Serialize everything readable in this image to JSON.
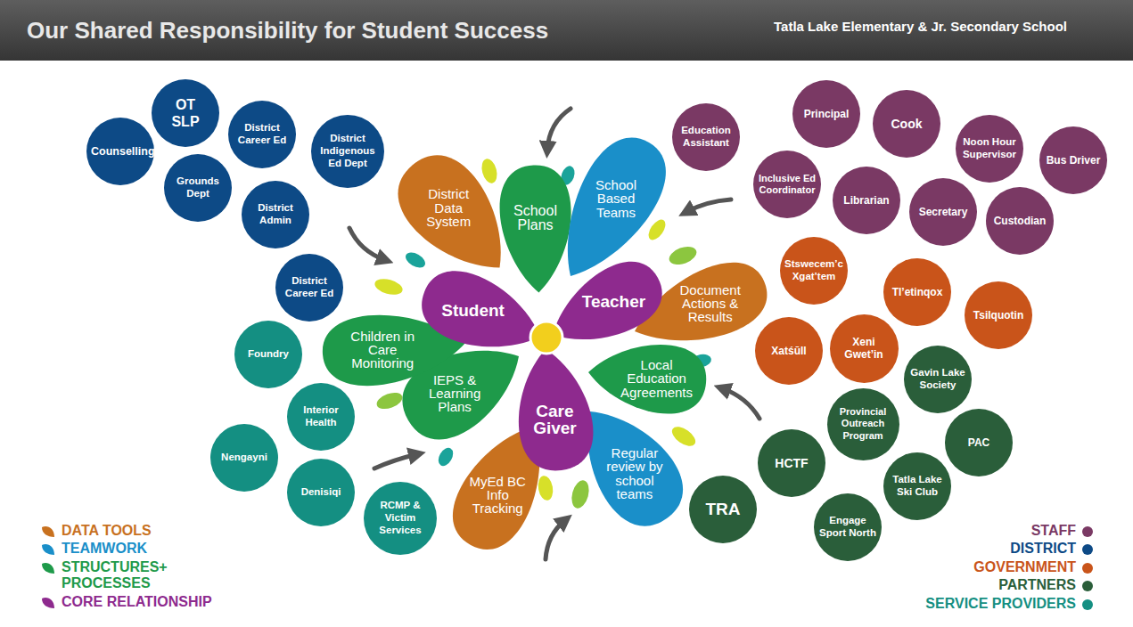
{
  "diagram": {
    "title": "Our Shared Responsibility for Student Success",
    "nodes": [
      {
        "text": [
          "District Data System"
        ]
      },
      {
        "text": [
          "School Plans"
        ]
      },
      {
        "text": [
          "School Based Teams"
        ]
      },
      {
        "text": [
          "Document Actions & Results"
        ]
      },
      {
        "text": [
          "Local Education Agreements"
        ]
      },
      {
        "text": [
          "Regular review by school teams"
        ]
      },
      {
        "text": [
          "MyEd BC Info Tracking"
        ]
      },
      {
        "text": [
          "IEPS & Learning Plans"
        ]
      },
      {
        "text": [
          "Children in Care Monitoring"
        ]
      },
      {
        "text": [
          "Student"
        ]
      },
      {
        "text": [
          "Teacher"
        ]
      },
      {
        "text": [
          "Care Giver"
        ]
      },
      {
        "text": [
          "OT SLP"
        ]
      },
      {
        "text": [
          "Counselling"
        ]
      },
      {
        "text": [
          "District Career Ed"
        ]
      },
      {
        "text": [
          "Grounds Dept"
        ]
      },
      {
        "text": [
          "District Indigenous Ed Dept"
        ]
      },
      {
        "text": [
          "District Admin"
        ]
      },
      {
        "text": [
          "District Career Ed"
        ]
      },
      {
        "text": [
          "Foundry"
        ]
      },
      {
        "text": [
          "Interior Health"
        ]
      },
      {
        "text": [
          "Nengayni"
        ]
      },
      {
        "text": [
          "Denisiqi"
        ]
      },
      {
        "text": [
          "RCMP & Victim Services"
        ]
      },
      {
        "text": [
          "Education Assistant"
        ]
      },
      {
        "text": [
          "Principal"
        ]
      },
      {
        "text": [
          "Cook"
        ]
      },
      {
        "text": [
          "Noon Hour Supervisor"
        ]
      },
      {
        "text": [
          "Bus Driver"
        ]
      },
      {
        "text": [
          "Inclusive Ed Coordinator"
        ]
      },
      {
        "text": [
          "Librarian"
        ]
      },
      {
        "text": [
          "Secretary"
        ]
      },
      {
        "text": [
          "Custodian"
        ]
      },
      {
        "text": [
          "Stswecem’c Xgat’tem"
        ]
      },
      {
        "text": [
          "Tl’etinqox"
        ]
      },
      {
        "text": [
          "Tsilquotin"
        ]
      },
      {
        "text": [
          "Xatśūll"
        ]
      },
      {
        "text": [
          "Xeni Gwet’in"
        ]
      },
      {
        "text": [
          "Gavin Lake Society"
        ]
      },
      {
        "text": [
          "Provincial Outreach Program"
        ]
      },
      {
        "text": [
          "PAC"
        ]
      },
      {
        "text": [
          "HCTF"
        ]
      },
      {
        "text": [
          "Tatla Lake Ski Club"
        ]
      },
      {
        "text": [
          "TRA"
        ]
      },
      {
        "text": [
          "Engage Sport North"
        ]
      }
    ],
    "labels": [
      "Tatla Lake Elementary & Jr. Secondary School"
    ],
    "legend": [
      {
        "text": "DATA TOOLS",
        "color": "#c8711f"
      },
      {
        "text": "TEAMWORK",
        "color": "#1a8fc9"
      },
      {
        "text": "STRUCTURES+ PROCESSES",
        "color": "#1e9a4a"
      },
      {
        "text": "CORE RELATIONSHIP",
        "color": "#8e2a8e"
      },
      {
        "text": "STAFF",
        "color": "#7a3964"
      },
      {
        "text": "DISTRICT",
        "color": "#0d4a86"
      },
      {
        "text": "GOVERNMENT",
        "color": "#c9541a"
      },
      {
        "text": "PARTNERS",
        "color": "#2a5e3a"
      },
      {
        "text": "SERVICE PROVIDERS",
        "color": "#148f82"
      }
    ]
  }
}
